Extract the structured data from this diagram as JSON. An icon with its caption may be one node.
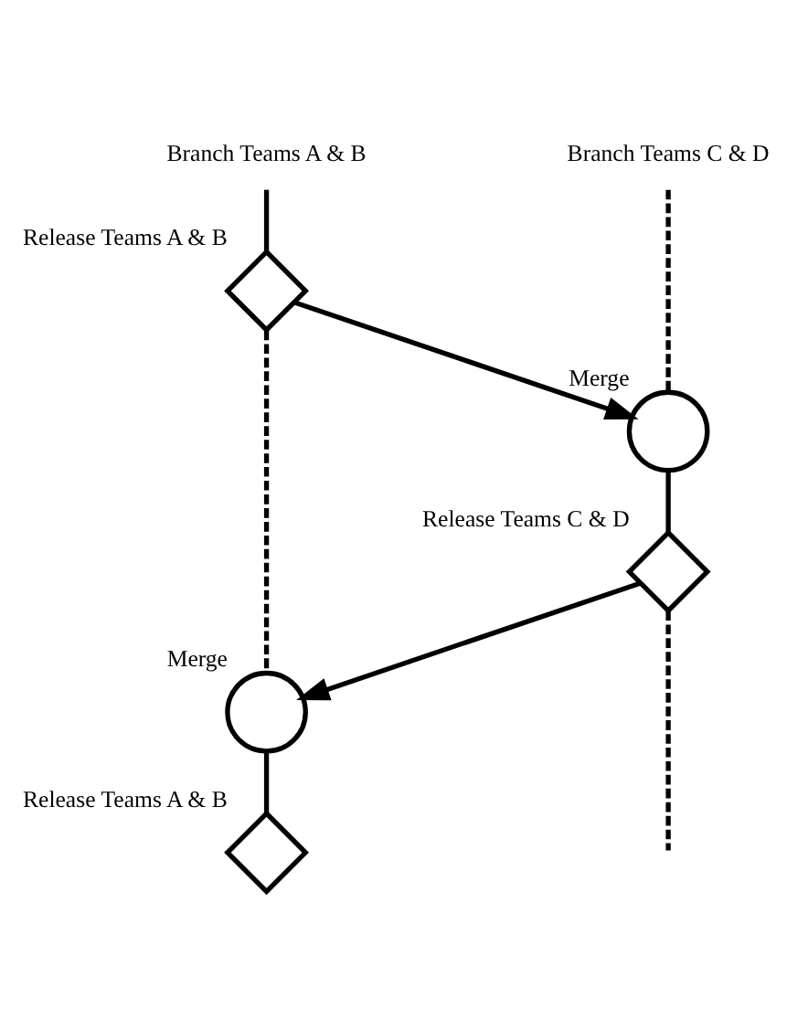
{
  "diagram": {
    "nodes": [
      {
        "text": [
          "Branch Teams A & B"
        ]
      },
      {
        "text": [
          "Branch Teams C & D"
        ]
      },
      {
        "text": [],
        "shape": "diamond",
        "beside": [
          "Release Teams A & B"
        ]
      },
      {
        "text": [],
        "shape": "circle",
        "beside": [
          "Merge"
        ]
      },
      {
        "text": [],
        "shape": "diamond",
        "beside": [
          "Release Teams C & D"
        ]
      },
      {
        "text": [],
        "shape": "circle",
        "beside": [
          "Merge"
        ]
      },
      {
        "text": [],
        "shape": "diamond",
        "beside": [
          "Release Teams A & B"
        ]
      }
    ],
    "edges": [
      {
        "from": 0,
        "to": 2,
        "arrow": "none"
      },
      {
        "from": 2,
        "to": 5,
        "arrow": "none",
        "style": "dashed"
      },
      {
        "from": 2,
        "to": 3,
        "arrow": "to"
      },
      {
        "from": 1,
        "to": 3,
        "arrow": "none",
        "style": "dashed"
      },
      {
        "from": 3,
        "to": 4,
        "arrow": "none"
      },
      {
        "from": 4,
        "to": 5,
        "arrow": "to"
      },
      {
        "from": 4,
        "to": null,
        "arrow": "none",
        "style": "dashed"
      },
      {
        "from": 5,
        "to": 6,
        "arrow": "none"
      }
    ]
  }
}
